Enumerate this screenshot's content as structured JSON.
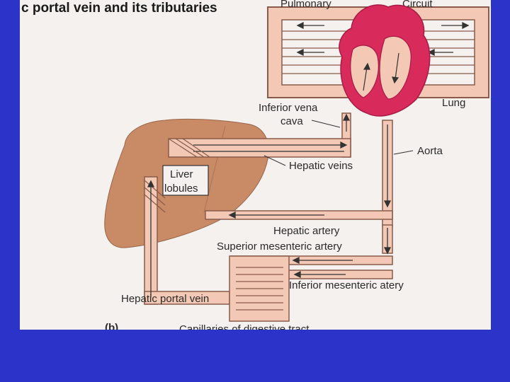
{
  "title": "c portal vein and its tributaries",
  "panel_label": "(b)",
  "labels": {
    "pulmonary": "Pulmonary",
    "circuit": "Circuit",
    "inferior_vena": "Inferior vena",
    "cava": "cava",
    "lung": "Lung",
    "aorta": "Aorta",
    "hepatic_veins": "Hepatic veins",
    "liver": "Liver",
    "lobules": "lobules",
    "hepatic_artery": "Hepatic artery",
    "superior_mesenteric_artery": "Superior mesenteric artery",
    "inferior_mesenteric_atery": "Inferior mesenteric atery",
    "hepatic_portal_vein": "Hepatic portal vein",
    "capillaries": "Capillaries of digestive tract"
  },
  "colors": {
    "background": "#2c33c9",
    "panel": "#f4f1ee",
    "liver": "#c98a66",
    "vessel_fill": "#f3c9b6",
    "vessel_stroke": "#8a5a4a",
    "heart": "#d92a5c"
  }
}
